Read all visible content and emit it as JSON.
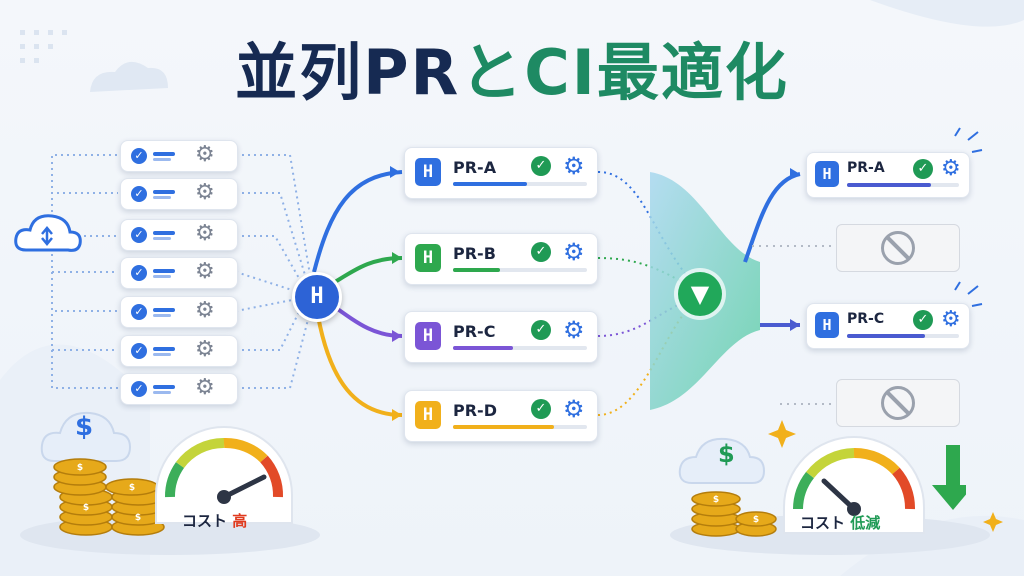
{
  "title": {
    "part1": "並列PR",
    "part2": "とCI最適化"
  },
  "source_tasks": [
    "task-1",
    "task-2",
    "task-3",
    "task-4",
    "task-5",
    "task-6",
    "task-7"
  ],
  "prs": [
    {
      "label": "PR-A",
      "color": "#2f6fe0",
      "progress": 0.55
    },
    {
      "label": "PR-B",
      "color": "#2ea84e",
      "progress": 0.35
    },
    {
      "label": "PR-C",
      "color": "#7b55d6",
      "progress": 0.45
    },
    {
      "label": "PR-D",
      "color": "#f1b01b",
      "progress": 0.75
    }
  ],
  "outputs": [
    {
      "label": "PR-A",
      "progress": 0.75
    },
    {
      "label": "PR-C",
      "progress": 0.7
    }
  ],
  "cost_high": {
    "label": "コスト",
    "level": "高",
    "dollar": "$"
  },
  "cost_low": {
    "label": "コスト",
    "level": "低減",
    "dollar": "$"
  },
  "colors": {
    "navy": "#162a52",
    "green": "#1e8a63",
    "blue": "#2f6fe0",
    "high": "#e03a1e",
    "low": "#1f9a55"
  }
}
